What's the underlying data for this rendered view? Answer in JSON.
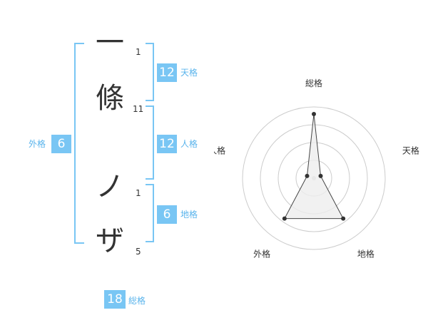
{
  "characters": [
    {
      "char": "一",
      "strokes": "1"
    },
    {
      "char": "條",
      "strokes": "11"
    },
    {
      "char": "ノ",
      "strokes": "1"
    },
    {
      "char": "ザ",
      "strokes": "5"
    }
  ],
  "kakusu": {
    "tenkaku": {
      "label": "天格",
      "value": "12"
    },
    "jinkaku": {
      "label": "人格",
      "value": "12"
    },
    "chikaku": {
      "label": "地格",
      "value": "6"
    },
    "gaikaku": {
      "label": "外格",
      "value": "6"
    },
    "soukaku": {
      "label": "総格",
      "value": "18"
    }
  },
  "chart_data": {
    "type": "radar",
    "axes": [
      "総格",
      "天格",
      "地格",
      "外格",
      "人格"
    ],
    "values": [
      5,
      1,
      4,
      4,
      1
    ],
    "max": 5,
    "rings": 4,
    "colors": {
      "fill": "#eeeeee",
      "stroke": "#444444",
      "grid": "#cccccc"
    }
  }
}
